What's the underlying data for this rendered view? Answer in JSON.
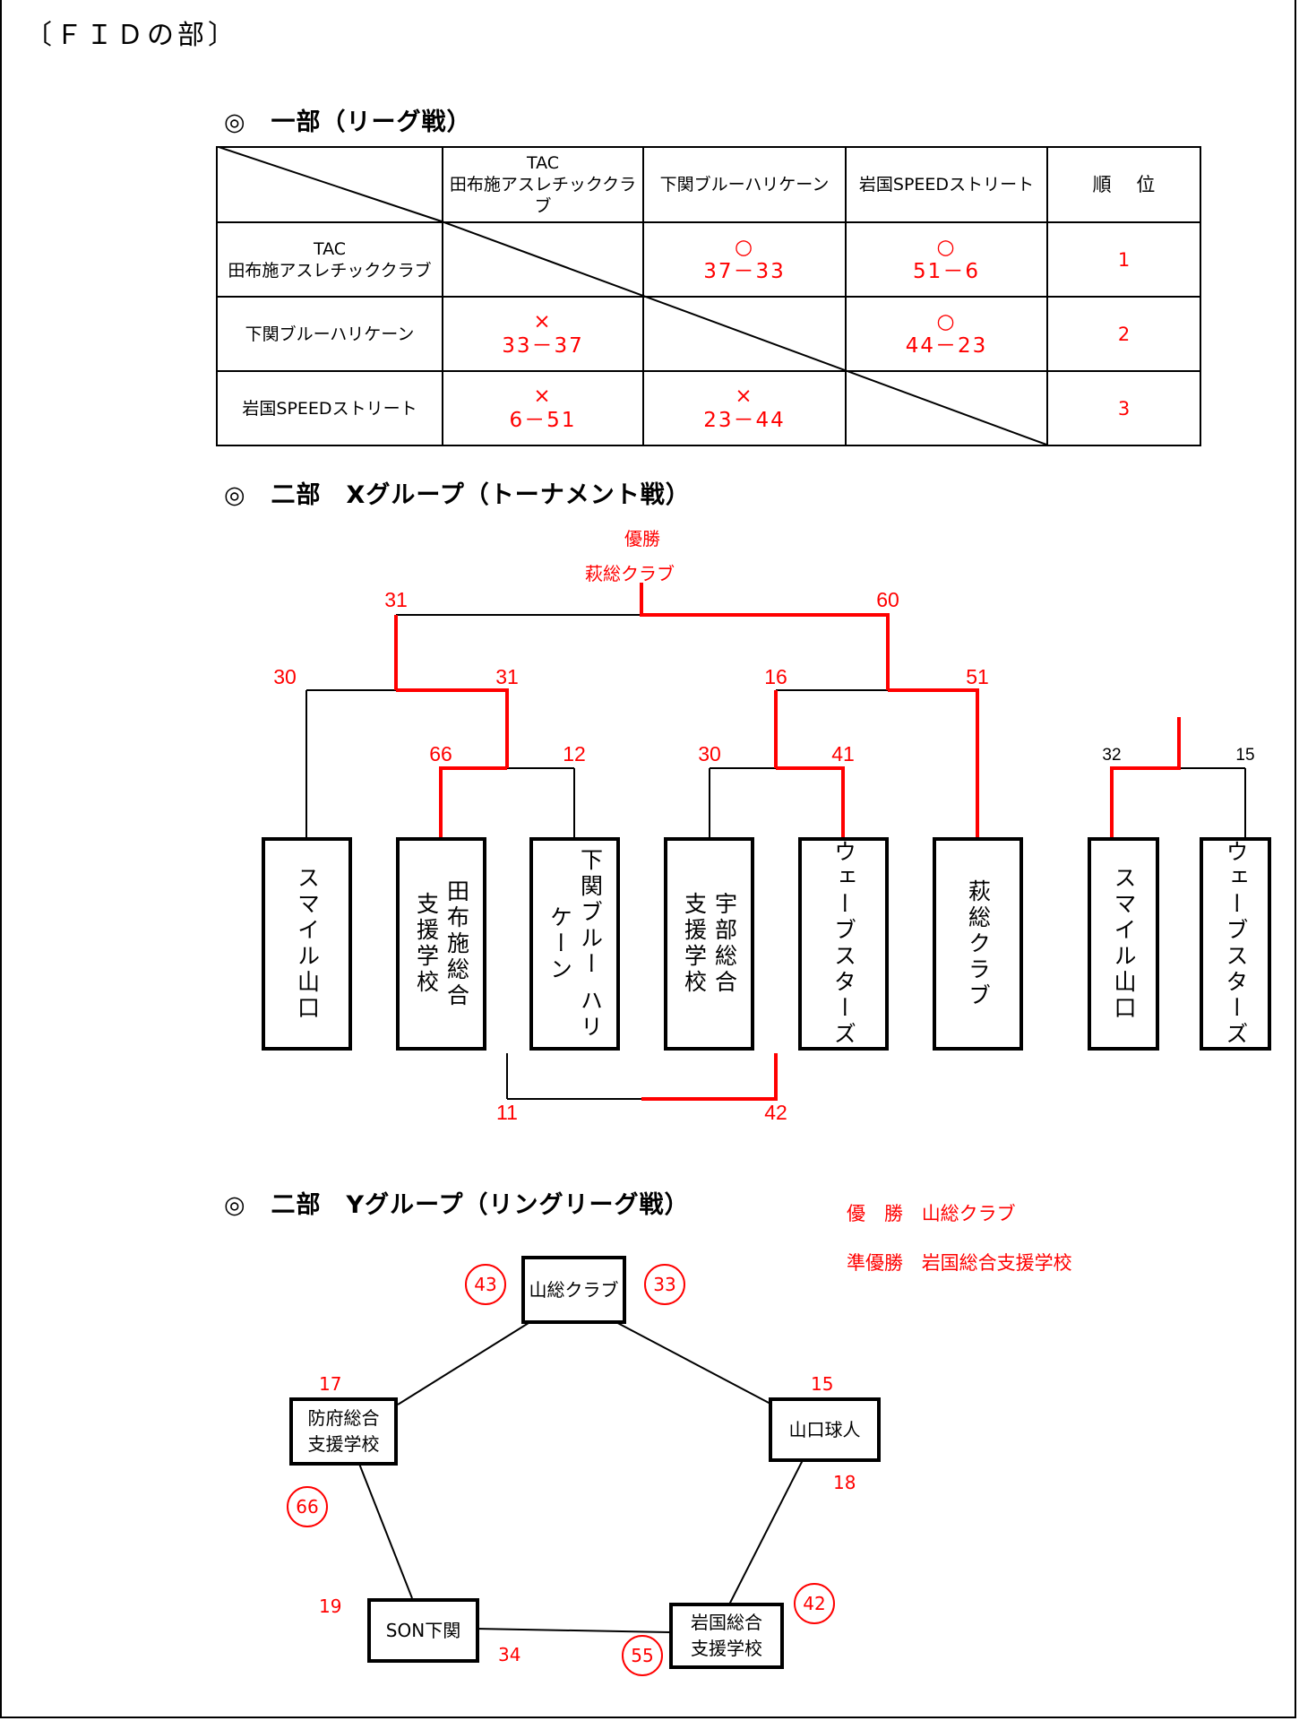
{
  "page_title": "〔ＦＩＤの部〕",
  "section1": {
    "heading": "◎　一部（リーグ戦）",
    "headers": [
      "TAC\n田布施アスレチッククラブ",
      "下関ブルーハリケーン",
      "岩国SPEEDストリート",
      "順　 位"
    ],
    "rows": [
      {
        "team": "TAC\n田布施アスレチッククラブ",
        "cells": [
          "",
          "○\n37－33",
          "○\n51－6"
        ],
        "rank": "1"
      },
      {
        "team": "下関ブルーハリケーン",
        "cells": [
          "×\n33－37",
          "",
          "○\n44－23"
        ],
        "rank": "2"
      },
      {
        "team": "岩国SPEEDストリート",
        "cells": [
          "×\n6－51",
          "×\n23－44",
          ""
        ],
        "rank": "3"
      }
    ]
  },
  "section2": {
    "heading": "◎　二部　Xグループ（トーナメント戦）",
    "winner_label": "優勝",
    "winner_name": "萩総クラブ",
    "scores": {
      "final_left": "31",
      "final_right": "60",
      "semi1_left": "30",
      "semi1_right": "31",
      "semi2_left": "16",
      "semi2_right": "51",
      "q1_left": "66",
      "q1_right": "12",
      "q2_left": "30",
      "q2_right": "41",
      "side_left": "32",
      "side_right": "15",
      "third_left": "11",
      "third_right": "42"
    },
    "teams": [
      [
        "スマイル山口"
      ],
      [
        "田布施総合",
        "支援学校"
      ],
      [
        "下関ブルー ハリ",
        "ケーン"
      ],
      [
        "宇部総合",
        "支援学校"
      ],
      [
        "ウェーブスターズ"
      ],
      [
        "萩総クラブ"
      ],
      [
        "スマイル山口"
      ],
      [
        "ウェーブスターズ"
      ]
    ]
  },
  "section3": {
    "heading": "◎　二部　Yグループ（リングリーグ戦）",
    "champion_label": "優　勝",
    "champion_name": "山総クラブ",
    "runner_label": "準優勝",
    "runner_name": "岩国総合支援学校",
    "nodes": {
      "top": [
        "山総クラブ"
      ],
      "right": [
        "山口球人"
      ],
      "bottom_right": [
        "岩国総合",
        "支援学校"
      ],
      "bottom_left": [
        "SON下関"
      ],
      "left": [
        "防府総合",
        "支援学校"
      ]
    },
    "scores": {
      "top_left": "43",
      "top_right": "33",
      "right_top": "15",
      "right_bottom": "18",
      "br_right": "42",
      "br_left": "55",
      "bl_bottom": "34",
      "bl_left": "19",
      "left_top": "17",
      "left_bottom": "66"
    }
  },
  "colors": {
    "result_red": "#ff0000",
    "line_black": "#000000"
  }
}
